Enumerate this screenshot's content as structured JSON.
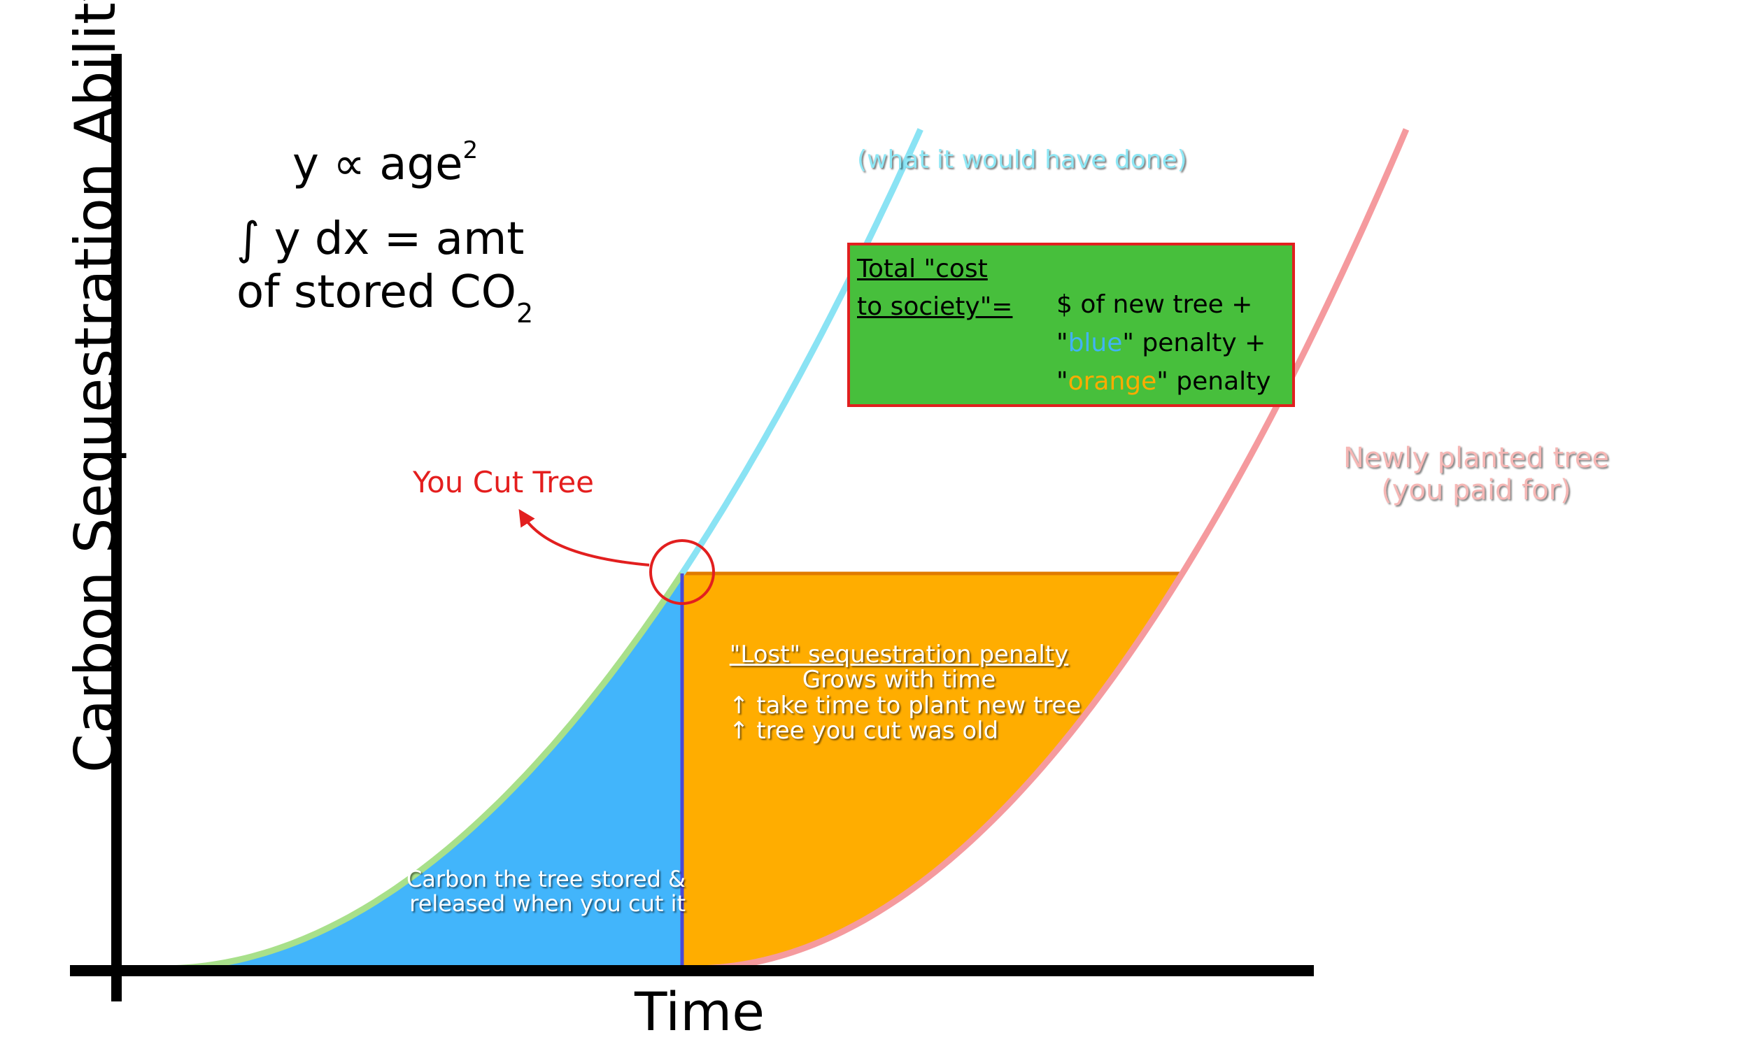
{
  "axes": {
    "ylabel": "Carbon Sequestration Ability",
    "xlabel": "Time"
  },
  "formulas": {
    "proportional": "y ∝ age",
    "proportional_exp": "2",
    "integral_line1": "∫ y dx = amt",
    "integral_line2": "of stored CO",
    "integral_sub": "2"
  },
  "annotations": {
    "cut_tree": "You Cut Tree",
    "would_have_done": "(what it would have done)",
    "new_tree_line1": "Newly planted tree",
    "new_tree_line2": "(you paid for)"
  },
  "cost_box": {
    "title_line1": "Total \"cost",
    "title_line2": "to society\"=",
    "line1": "$ of new tree +",
    "line2_pre": "\"",
    "line2_hl": "blue",
    "line2_post": "\" penalty +",
    "line3_pre": "\"",
    "line3_hl": "orange",
    "line3_post": "\" penalty"
  },
  "orange_region": {
    "heading": "\"Lost\" sequestration penalty",
    "line1": "Grows with time",
    "line2": "↑ take time to plant new tree",
    "line3": "↑ tree you cut was old"
  },
  "blue_region": {
    "line1": "Carbon the tree stored &",
    "line2": "released when you cut it"
  },
  "colors": {
    "blue_fill": "#42b5fb",
    "orange_fill": "#ffad00",
    "old_curve_upper": "#8ae3f4",
    "old_curve_lower": "#a8e08a",
    "new_curve": "#f59a9e",
    "cut_marker": "#e21f1f",
    "cut_line": "#4a4ad8",
    "box_fill": "#47bf3c",
    "box_border": "#e11f1f"
  }
}
